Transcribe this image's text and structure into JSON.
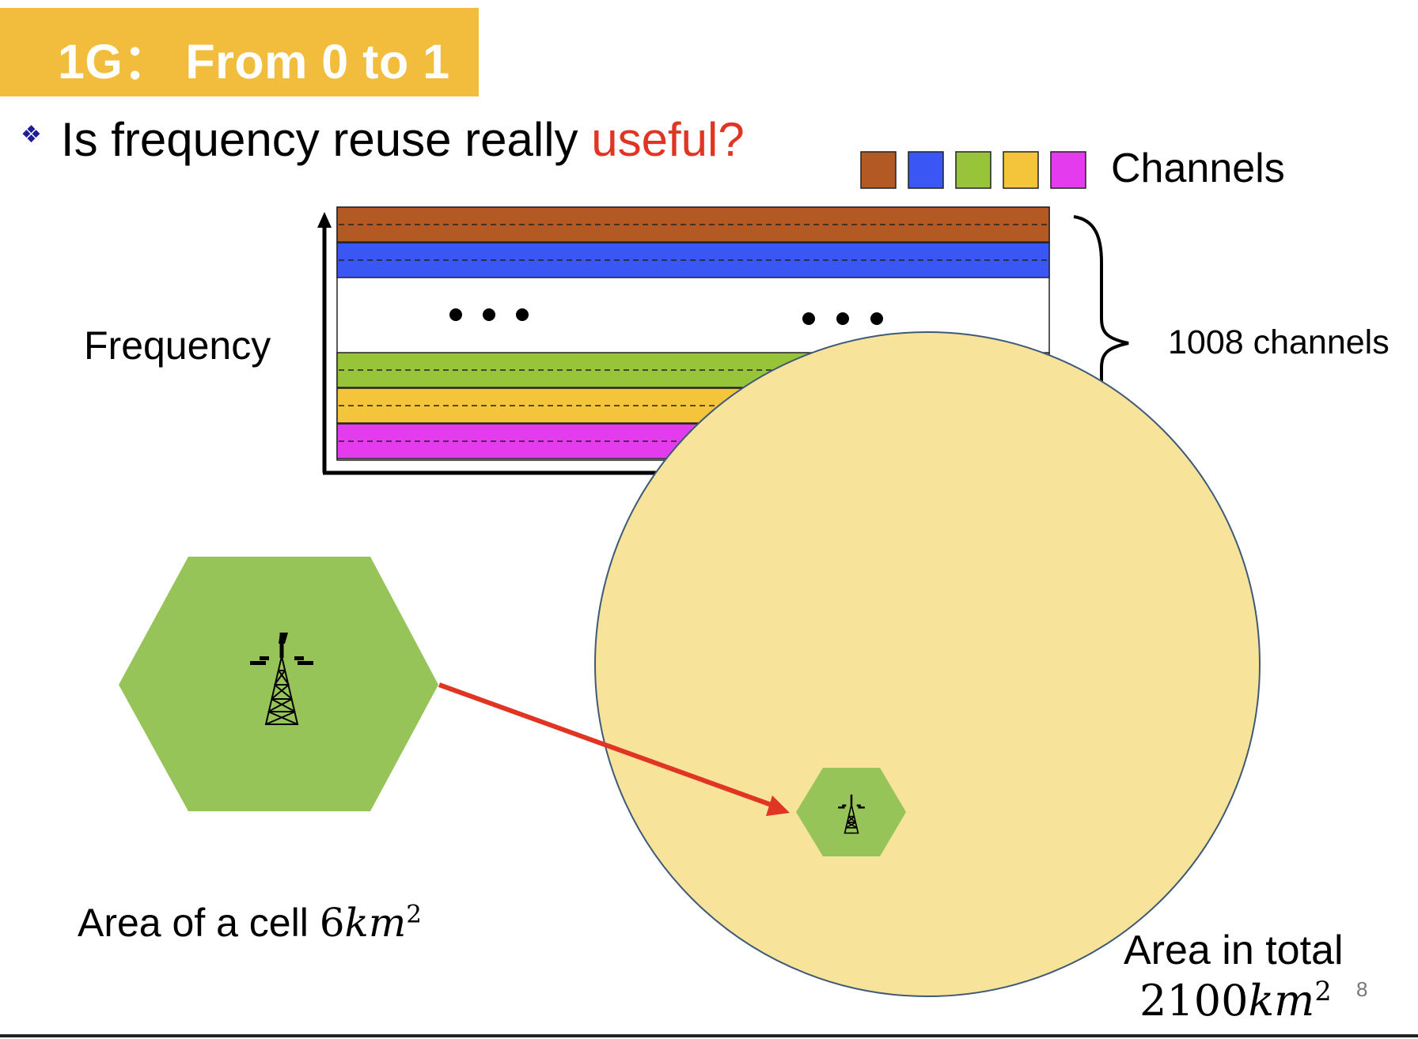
{
  "slide": {
    "title": "1G： From 0 to 1",
    "question_prefix": "Is frequency reuse really ",
    "question_accent": "useful",
    "question_mark": "?",
    "bullet_glyph": "❖",
    "page_number": "8"
  },
  "legend": {
    "label": "Channels",
    "colors": [
      "#B35A24",
      "#3A56F5",
      "#98C43A",
      "#F4C53A",
      "#E43BEE"
    ]
  },
  "band_chart": {
    "axis_label": "Frequency",
    "count_label": "1008 channels",
    "top_band_colors": [
      "#B35A24",
      "#3A56F5"
    ],
    "bottom_band_colors": [
      "#98C43A",
      "#F4C53A",
      "#E43BEE"
    ]
  },
  "areas": {
    "cell_label": "Area of a cell ",
    "cell_value_number": "6",
    "cell_value_unit": "km",
    "cell_value_exp": "2",
    "total_label": "Area in total",
    "total_value_number": "2100",
    "total_value_unit": "km",
    "total_value_exp": "2"
  },
  "colors": {
    "title_bar": "#F2BC3C",
    "circle_fill": "#F8E39B",
    "circle_stroke": "#3E5A78",
    "hex_fill": "#96C458",
    "arrow": "#E13524",
    "accent_text": "#E13524"
  },
  "icons": {
    "tower": "cell-tower-icon",
    "bullet": "diamond-bullet-icon"
  }
}
